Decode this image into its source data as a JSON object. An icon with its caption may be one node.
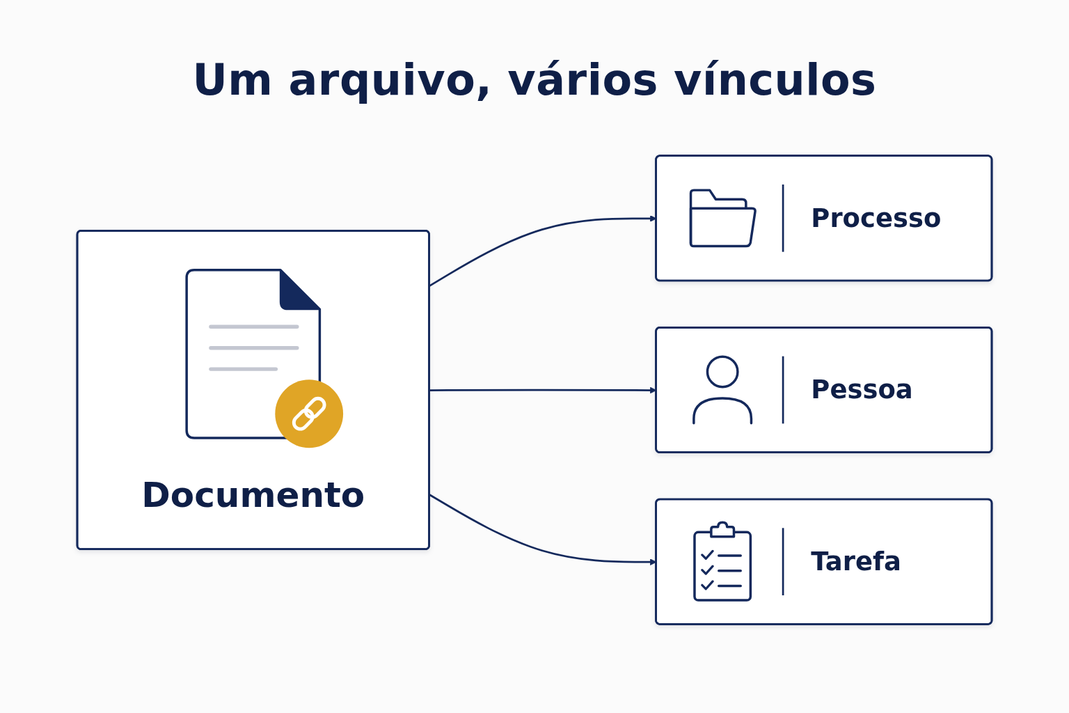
{
  "diagram": {
    "title": "Um arquivo, vários vínculos",
    "nodes": [
      {
        "text": [
          "Documento"
        ]
      },
      {
        "text": [
          "Processo"
        ]
      },
      {
        "text": [
          "Pessoa"
        ]
      },
      {
        "text": [
          "Tarefa"
        ]
      }
    ],
    "edges": [
      {
        "from": 0,
        "to": 1,
        "arrow": "to"
      },
      {
        "from": 0,
        "to": 2,
        "arrow": "to"
      },
      {
        "from": 0,
        "to": 3,
        "arrow": "to"
      }
    ]
  }
}
